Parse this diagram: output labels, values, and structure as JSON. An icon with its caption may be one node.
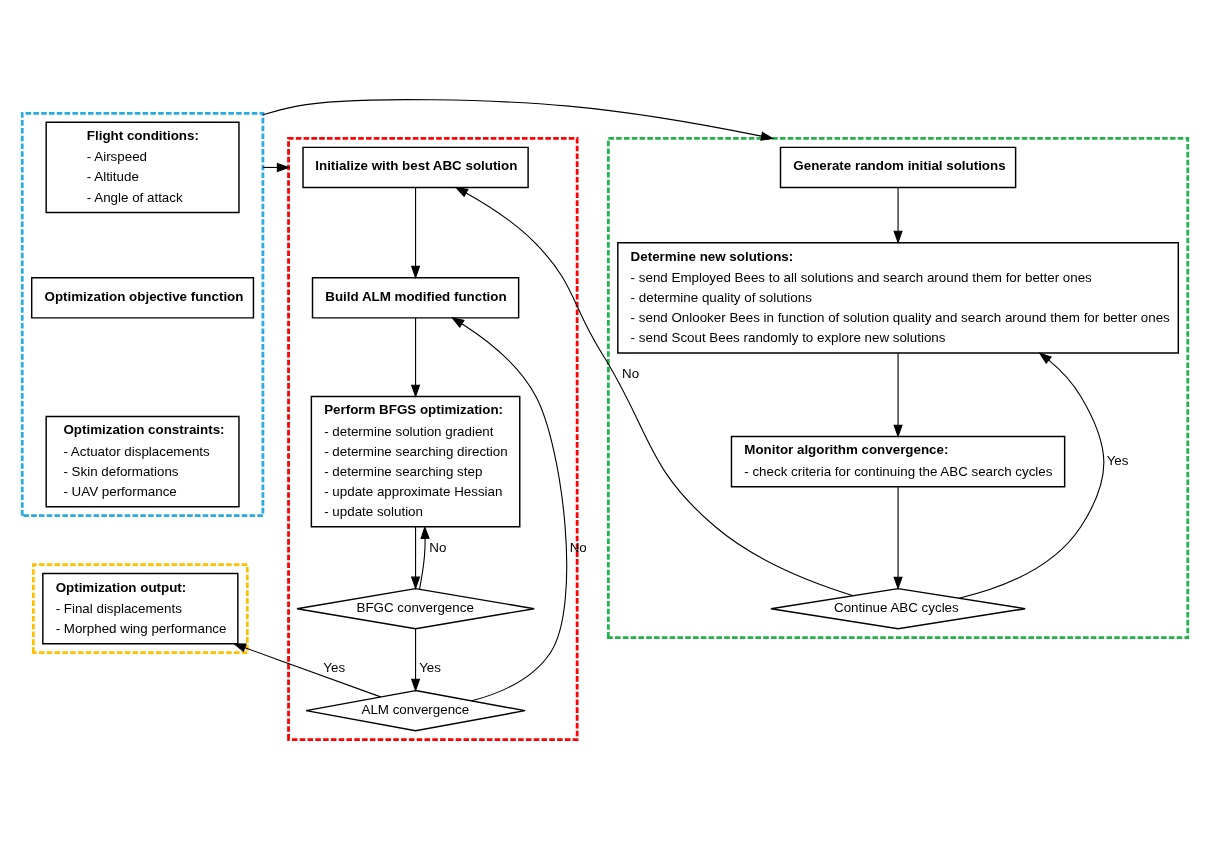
{
  "diagram": {
    "nodes": [
      {
        "text": [],
        "shape": "box"
      },
      {
        "text": [
          "Flight conditions:",
          "- Airspeed",
          "- Altitude",
          "- Angle of attack"
        ],
        "in": 0
      },
      {
        "text": [
          "Optimization objective function"
        ],
        "in": 0
      },
      {
        "text": [
          "Optimization constraints:",
          "- Actuator displacements",
          "- Skin deformations",
          "- UAV performance"
        ],
        "in": 0
      },
      {
        "text": [],
        "shape": "box"
      },
      {
        "text": [
          "Optimization output:",
          "- Final displacements",
          "- Morphed wing performance"
        ],
        "in": 4
      },
      {
        "text": [],
        "shape": "box"
      },
      {
        "text": [
          "Generate random initial solutions"
        ],
        "in": 6
      },
      {
        "text": [
          "Determine new solutions:",
          "- send Employed Bees to all solutions and search around them for better ones",
          "- determine quality of solutions",
          "- send Onlooker Bees in function of solution quality and search around them for better ones",
          "- send Scout Bees randomly to explore new solutions"
        ],
        "in": 6
      },
      {
        "text": [
          "Monitor algorithm convergence:",
          "- check criteria for continuing the ABC search cycles"
        ],
        "in": 6
      },
      {
        "text": [
          "Continue ABC cycles"
        ],
        "in": 6
      },
      {
        "text": [],
        "shape": "box"
      },
      {
        "text": [
          "Initialize with best ABC solution"
        ],
        "in": 11
      },
      {
        "text": [
          "Build ALM modified function"
        ],
        "in": 11
      },
      {
        "text": [
          "Perform BFGS optimization:",
          "- determine solution gradient",
          "- determine searching direction",
          "- determine searching step",
          "- update approximate Hessian",
          "- update solution"
        ],
        "in": 11
      },
      {
        "text": [
          "BFGC convergence"
        ],
        "in": 11
      },
      {
        "text": [
          "ALM convergence"
        ],
        "in": 11
      }
    ],
    "edges": [
      {
        "from": 0,
        "to": 6,
        "arrow": "to"
      },
      {
        "from": 0,
        "to": 11,
        "arrow": "to"
      },
      {
        "from": 7,
        "to": 8,
        "arrow": "to"
      },
      {
        "from": 8,
        "to": 9,
        "arrow": "to"
      },
      {
        "from": 9,
        "to": 10,
        "arrow": "to"
      },
      {
        "from": 10,
        "to": 8,
        "arrow": "to",
        "label": "Yes"
      },
      {
        "from": 10,
        "to": 12,
        "arrow": "to",
        "label": "No"
      },
      {
        "from": 12,
        "to": 13,
        "arrow": "to"
      },
      {
        "from": 13,
        "to": 14,
        "arrow": "to"
      },
      {
        "from": 14,
        "to": 15,
        "arrow": "to"
      },
      {
        "from": 15,
        "to": 14,
        "arrow": "to",
        "label": "No"
      },
      {
        "from": 15,
        "to": 16,
        "arrow": "to",
        "label": "Yes"
      },
      {
        "from": 16,
        "to": 13,
        "arrow": "to",
        "label": "No"
      },
      {
        "from": 16,
        "to": 5,
        "arrow": "to",
        "label": "Yes"
      }
    ]
  }
}
